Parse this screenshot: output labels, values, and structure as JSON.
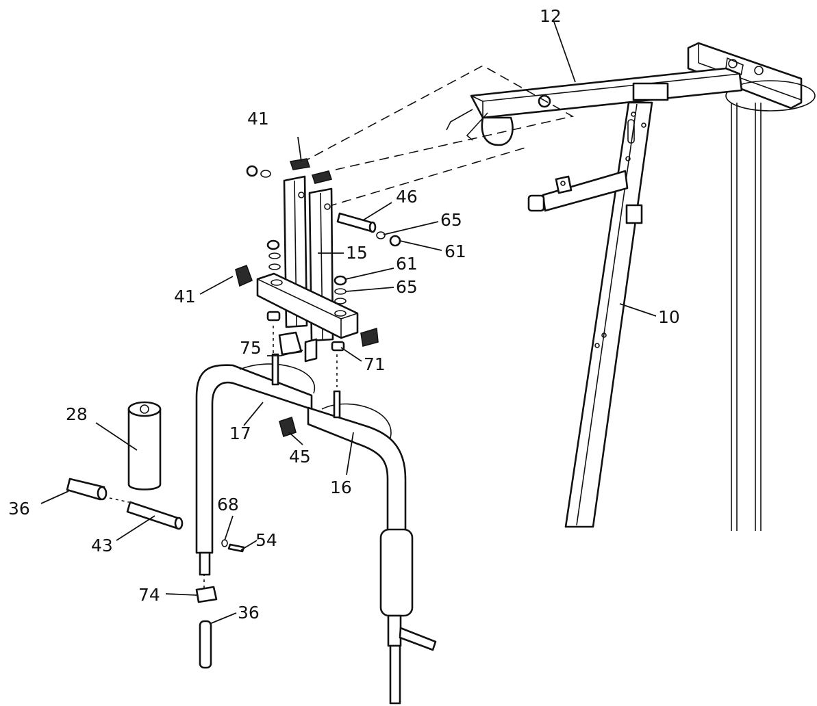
{
  "callouts": [
    {
      "id": "c12",
      "text": "12"
    },
    {
      "id": "c41a",
      "text": "41"
    },
    {
      "id": "c46",
      "text": "46"
    },
    {
      "id": "c65a",
      "text": "65"
    },
    {
      "id": "c61a",
      "text": "61"
    },
    {
      "id": "c15",
      "text": "15"
    },
    {
      "id": "c61b",
      "text": "61"
    },
    {
      "id": "c41b",
      "text": "41"
    },
    {
      "id": "c65b",
      "text": "65"
    },
    {
      "id": "c10",
      "text": "10"
    },
    {
      "id": "c75",
      "text": "75"
    },
    {
      "id": "c71",
      "text": "71"
    },
    {
      "id": "c28",
      "text": "28"
    },
    {
      "id": "c17",
      "text": "17"
    },
    {
      "id": "c45",
      "text": "45"
    },
    {
      "id": "c16",
      "text": "16"
    },
    {
      "id": "c36a",
      "text": "36"
    },
    {
      "id": "c68",
      "text": "68"
    },
    {
      "id": "c54",
      "text": "54"
    },
    {
      "id": "c43",
      "text": "43"
    },
    {
      "id": "c74",
      "text": "74"
    },
    {
      "id": "c36b",
      "text": "36"
    }
  ]
}
